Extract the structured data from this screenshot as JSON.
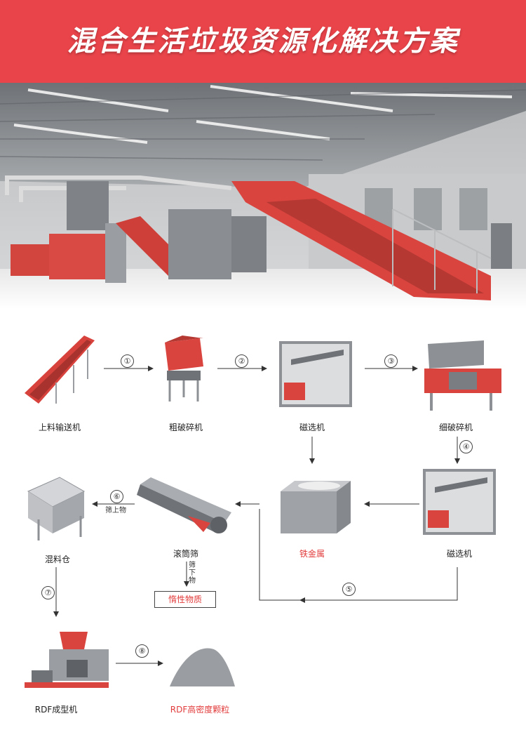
{
  "banner": {
    "title": "混合生活垃圾资源化解决方案",
    "color": "#e8444a"
  },
  "colors": {
    "accent_red": "#e03a3a",
    "machine_grey": "#8e9196"
  },
  "steps": [
    {
      "num": "①"
    },
    {
      "num": "②"
    },
    {
      "num": "③"
    },
    {
      "num": "④"
    },
    {
      "num": "⑤"
    },
    {
      "num": "⑥"
    },
    {
      "num": "⑦"
    },
    {
      "num": "⑧"
    }
  ],
  "machines": {
    "feeder": "上料输送机",
    "coarse_shredder": "粗破碎机",
    "magnetic_separator_1": "磁选机",
    "fine_shredder": "细破碎机",
    "magnetic_separator_2": "磁选机",
    "ferrous_metal": "铁金属",
    "trommel": "滚筒筛",
    "mixing_bin": "混料仓",
    "rdf_press": "RDF成型机",
    "rdf_pellets": "RDF高密度颗粒"
  },
  "flow_notes": {
    "oversize": "筛上物",
    "undersize_1": "筛",
    "undersize_2": "下",
    "undersize_3": "物",
    "inert": "惰性物质"
  }
}
